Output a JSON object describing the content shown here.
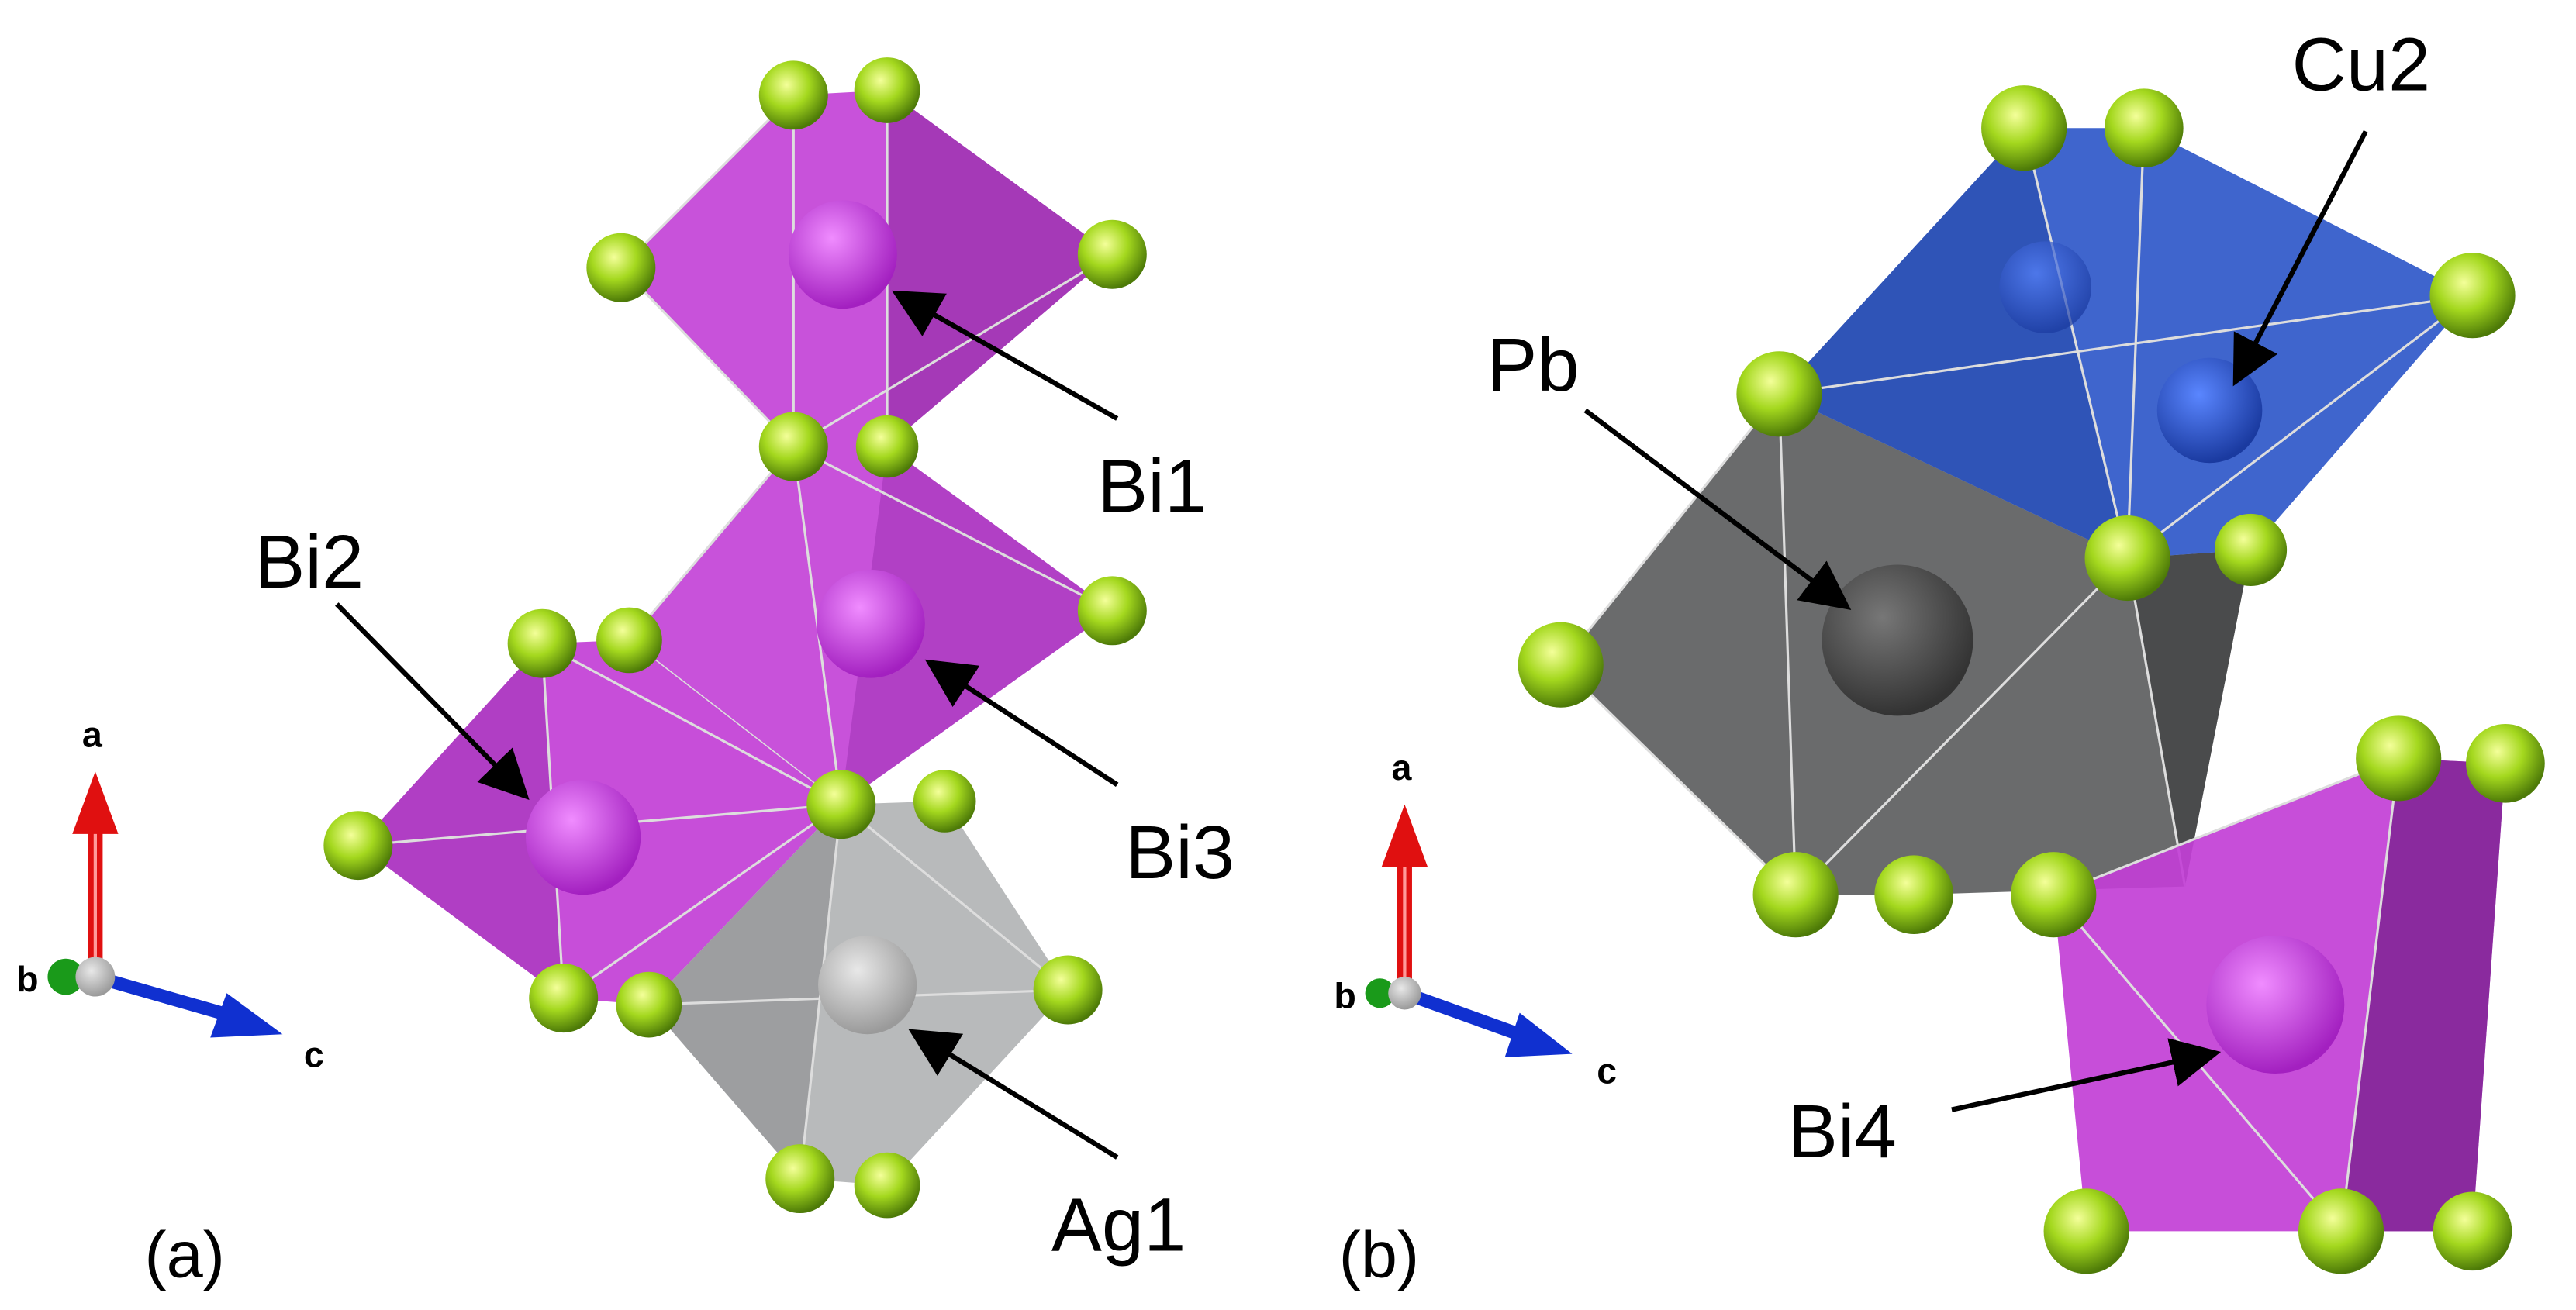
{
  "panel_a": {
    "label": "(a)",
    "sites": [
      "Bi1",
      "Bi2",
      "Bi3",
      "Ag1"
    ],
    "axes": {
      "a": "a",
      "b": "b",
      "c": "c"
    }
  },
  "panel_b": {
    "label": "(b)",
    "sites": [
      "Pb",
      "Cu2",
      "Bi4"
    ],
    "axes": {
      "a": "a",
      "b": "b",
      "c": "c"
    }
  },
  "colors": {
    "bi_polyhedron": "#c23fd6",
    "ag_polyhedron": "#a8aaab",
    "pb_polyhedron": "#5e5f60",
    "cu_polyhedron": "#2f58c9",
    "ligand_atom": "#9acd1e",
    "axis_a": "#e01010",
    "axis_b": "#1a9a1a",
    "axis_c": "#1030d0"
  }
}
